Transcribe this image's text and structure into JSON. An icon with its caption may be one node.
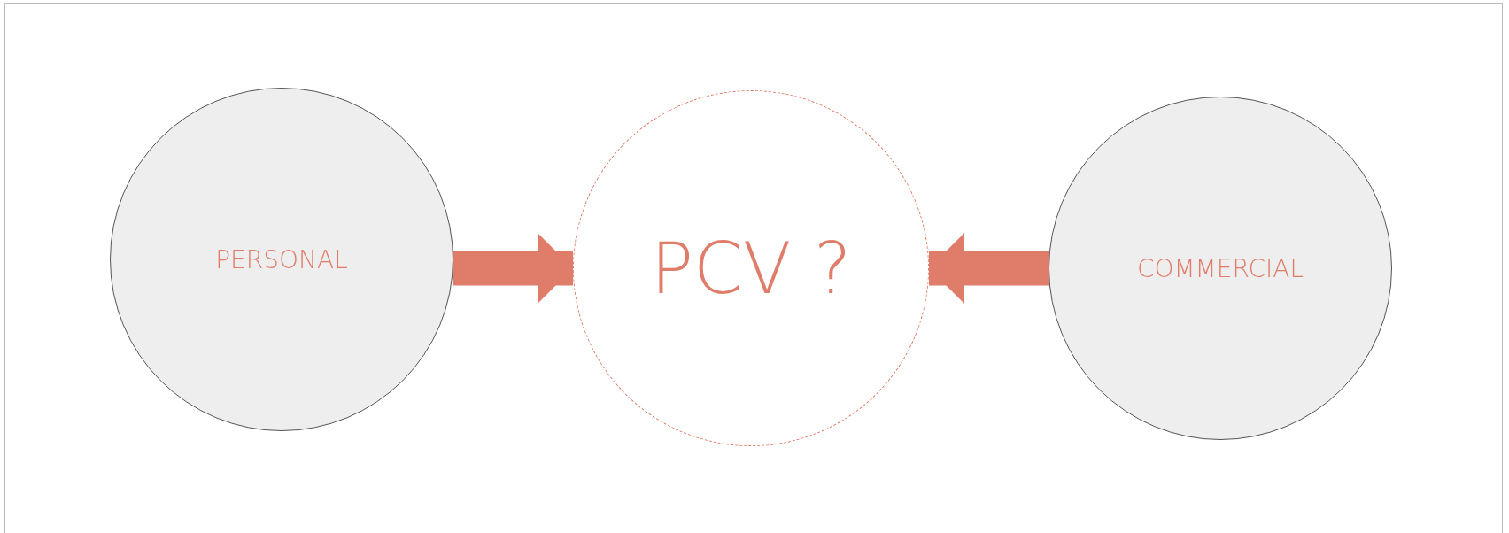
{
  "diagram": {
    "nodes": [
      {
        "text": [
          "PERSONAL"
        ]
      },
      {
        "text": [
          "PCV ?"
        ]
      },
      {
        "text": [
          "COMMERCIAL"
        ]
      }
    ],
    "edges": [
      {
        "from": 0,
        "to": 1,
        "arrow": "to"
      },
      {
        "from": 2,
        "to": 1,
        "arrow": "to"
      }
    ]
  }
}
